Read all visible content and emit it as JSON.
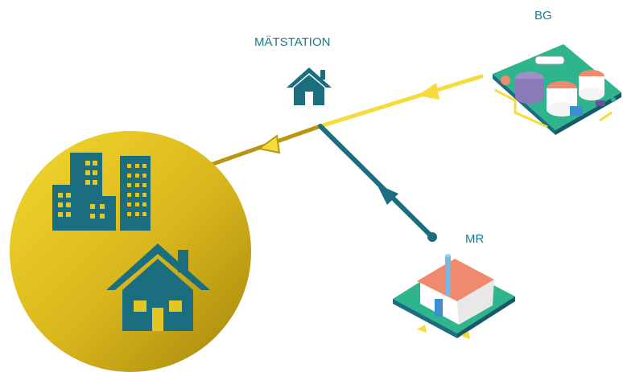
{
  "labels": {
    "bg": "BG",
    "matstation": "MÄTSTATION",
    "mr": "MR"
  },
  "colors": {
    "teal": "#1b6e80",
    "yellow_line": "#f6dc3a",
    "gold_line": "#b8960f",
    "circle_light": "#f2d32a",
    "circle_dark": "#a98a0c"
  },
  "icons": [
    "house-icon",
    "buildings-icon",
    "biogas-plant-icon",
    "factory-icon"
  ]
}
